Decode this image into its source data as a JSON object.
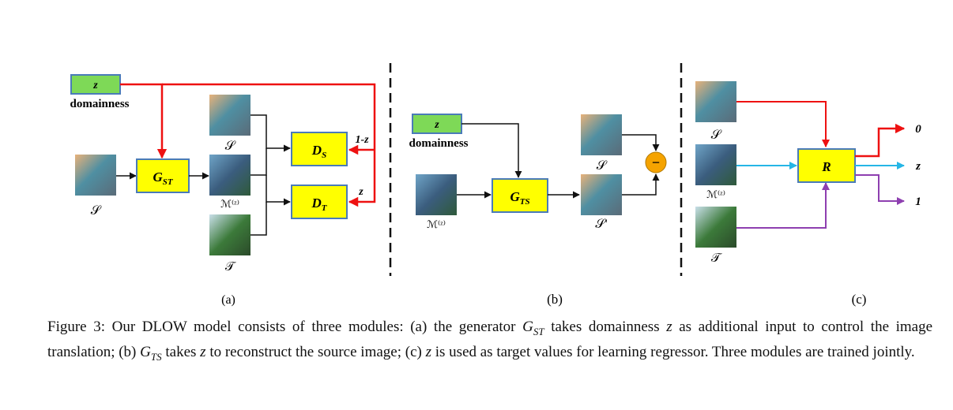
{
  "panels": {
    "a": {
      "label": "(a)",
      "z_box": "z",
      "z_caption": "domainness",
      "generator": {
        "base": "G",
        "sub": "ST"
      },
      "disc_s": {
        "base": "D",
        "sub": "S"
      },
      "disc_t": {
        "base": "D",
        "sub": "T"
      },
      "edge_1mz": "1-z",
      "edge_z": "z",
      "img_source_label": "𝒮",
      "img_s_label": "𝒮",
      "img_m_label": "ℳ⁽ᶻ⁾",
      "img_t_label": "𝒯"
    },
    "b": {
      "label": "(b)",
      "z_box": "z",
      "z_caption": "domainness",
      "generator": {
        "base": "G",
        "sub": "TS"
      },
      "img_m_label": "ℳ⁽ᶻ⁾",
      "img_s_label": "𝒮",
      "img_s2_label": "𝒮'",
      "minus": "−"
    },
    "c": {
      "label": "(c)",
      "regressor": "R",
      "img_s_label": "𝒮",
      "img_m_label": "ℳ⁽ᶻ⁾",
      "img_t_label": "𝒯",
      "out_0": "0",
      "out_z": "z",
      "out_1": "1"
    }
  },
  "colors": {
    "box_yellow": "#ffff00",
    "box_green": "#7ed957",
    "red": "#ee1111",
    "blue": "#25b6e6",
    "purple": "#8e3fb0",
    "minus_orange": "#f5a300"
  },
  "caption": {
    "prefix": "Figure 3: Our DLOW model consists of three modules: (a) the generator",
    "g_st": {
      "base": "G",
      "sub": "ST"
    },
    "part2": "takes domainness",
    "z1": "z",
    "part3": "as additional input to control the image translation; (b)",
    "g_ts": {
      "base": "G",
      "sub": "TS"
    },
    "part4": "takes",
    "z2": "z",
    "part5": "to reconstruct the source image; (c)",
    "z3": "z",
    "part6": "is used as target values for learning regressor. Three modules are trained jointly."
  }
}
